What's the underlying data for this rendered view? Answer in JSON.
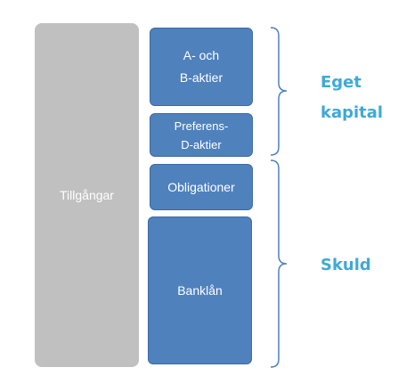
{
  "colors": {
    "assets": "#c0c0c0",
    "liability_block": "#4f81bd",
    "block_border": "#3d6aa3",
    "label": "#3fa9d6",
    "brace": "#4f81bd",
    "block_text": "#ffffff"
  },
  "assets": {
    "label": "Tillgångar"
  },
  "blocks": [
    {
      "lines": [
        "A- och",
        "B-aktier"
      ]
    },
    {
      "lines": [
        "Preferens-",
        "D-aktier"
      ]
    },
    {
      "lines": [
        "Obligationer"
      ]
    },
    {
      "lines": [
        "Banklån"
      ]
    }
  ],
  "groups": {
    "equity": {
      "lines": [
        "Eget",
        "kapital"
      ]
    },
    "debt": {
      "lines": [
        "Skuld"
      ]
    }
  }
}
